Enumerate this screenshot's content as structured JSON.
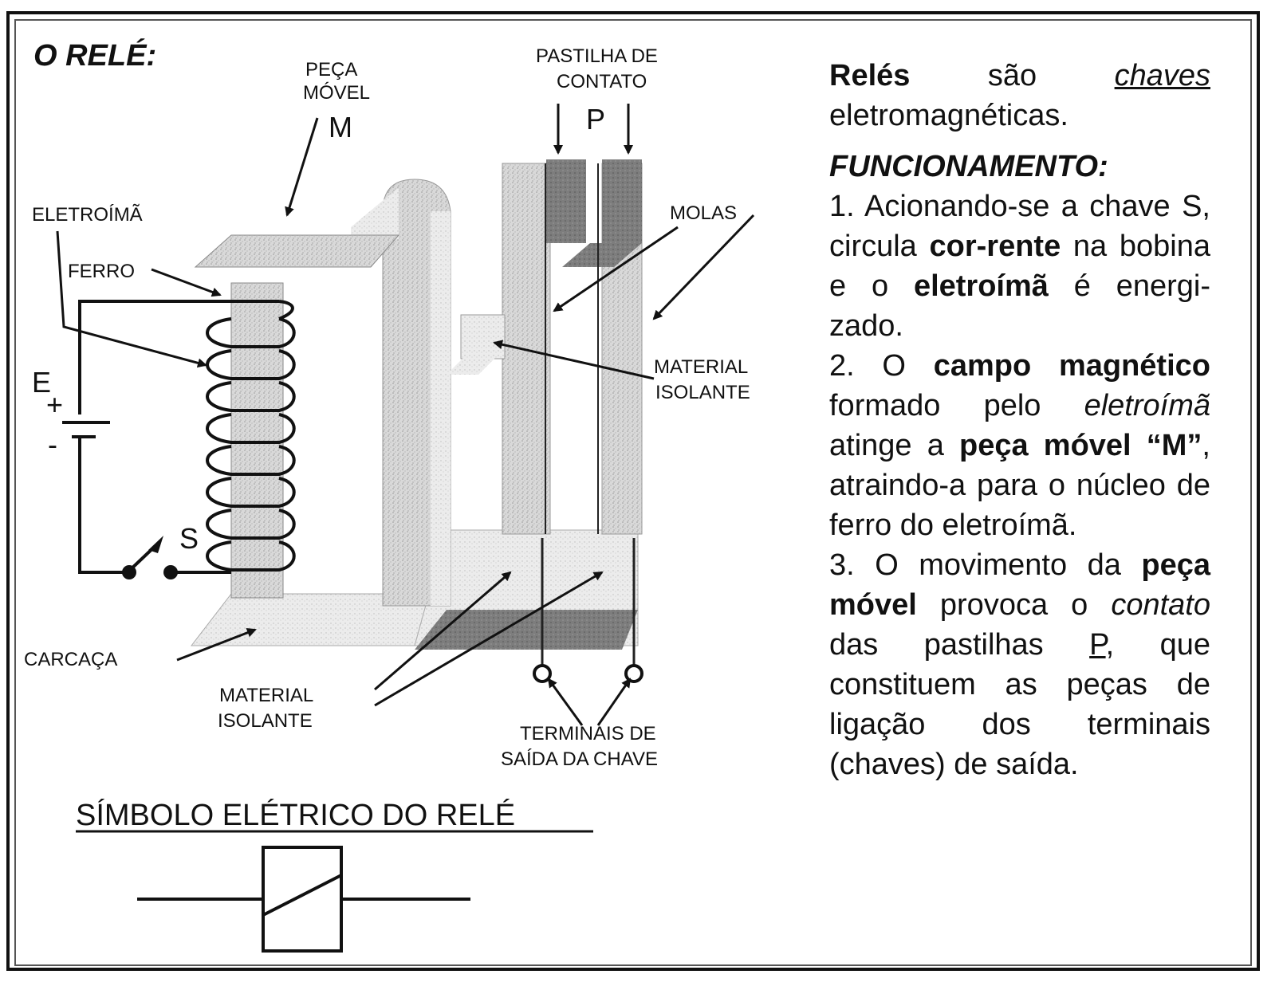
{
  "title": "O RELÉ:",
  "labels": {
    "peca_movel_1": "PEÇA",
    "peca_movel_2": "MÓVEL",
    "m": "M",
    "pastilha_1": "PASTILHA DE",
    "pastilha_2": "CONTATO",
    "p": "P",
    "eletroima": "ELETROÍMÃ",
    "ferro": "FERRO",
    "molas": "MOLAS",
    "material_isolante_top_1": "MATERIAL",
    "material_isolante_top_2": "ISOLANTE",
    "e": "E",
    "plus": "+",
    "minus": "-",
    "s": "S",
    "carcaca": "CARCAÇA",
    "material_isolante_bottom_1": "MATERIAL",
    "material_isolante_bottom_2": "ISOLANTE",
    "terminais_1": "TERMINAIS DE",
    "terminais_2": "SAÍDA DA CHAVE"
  },
  "symbol_title": "SÍMBOLO ELÉTRICO DO RELÉ",
  "text": {
    "intro_bold": "Relés",
    "intro_mid": " são ",
    "intro_underline": "chaves",
    "intro_end": " eletromagnéticas.",
    "heading": "FUNCIONAMENTO:",
    "s1_a": "1. Acionando-se a chave S, circula ",
    "s1_b": "cor-rente",
    "s1_c": " na bobina e o ",
    "s1_d": "eletroímã",
    "s1_e": " é energi-zado.",
    "s2_a": "2. O ",
    "s2_b": "campo magnético",
    "s2_c": " formado pelo ",
    "s2_d": "eletroímã",
    "s2_e": " atinge a ",
    "s2_f": "peça móvel “M”",
    "s2_g": ", atraindo-a para o núcleo de ferro do eletroímã.",
    "s3_a": "3. O movimento da ",
    "s3_b": "peça móvel",
    "s3_c": " provoca o ",
    "s3_d": "contato",
    "s3_e": " das pastilhas ",
    "s3_f": "P",
    "s3_g": ", que constituem as peças de ligação dos terminais (chaves) de saída."
  }
}
